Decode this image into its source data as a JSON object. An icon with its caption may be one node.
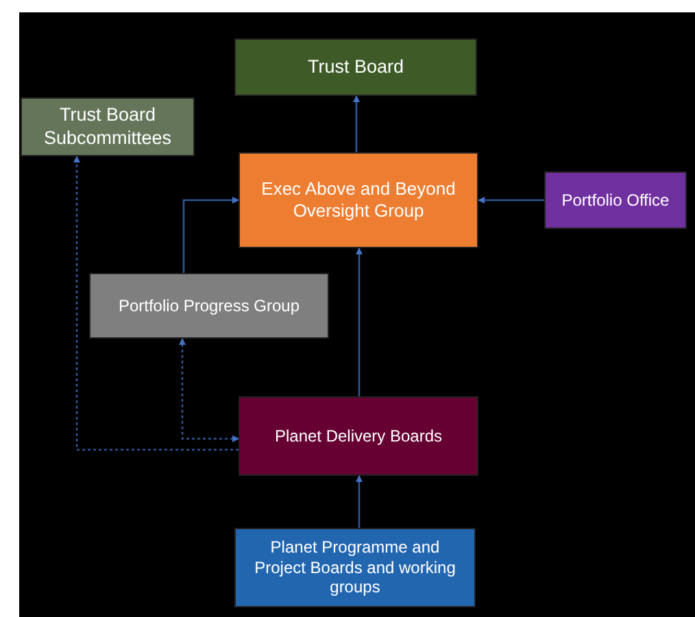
{
  "diagram": {
    "nodes": [
      {
        "text": [
          "Trust Board"
        ]
      },
      {
        "text": [
          "Trust Board Subcommittees"
        ]
      },
      {
        "text": [
          "Exec Above and Beyond Oversight Group"
        ]
      },
      {
        "text": [
          "Portfolio Office"
        ]
      },
      {
        "text": [
          "Portfolio Progress Group"
        ]
      },
      {
        "text": [
          "Planet Delivery Boards"
        ]
      },
      {
        "text": [
          "Planet Programme and Project Boards and working groups"
        ]
      }
    ],
    "edges": [
      {
        "from": 2,
        "to": 0,
        "arrow": "to"
      },
      {
        "from": 4,
        "to": 2,
        "arrow": "to"
      },
      {
        "from": 3,
        "to": 2,
        "arrow": "to"
      },
      {
        "from": 5,
        "to": 2,
        "arrow": "to"
      },
      {
        "from": 6,
        "to": 5,
        "arrow": "to"
      },
      {
        "from": 5,
        "to": 1,
        "arrow": "to",
        "style": "dashed"
      },
      {
        "from": 4,
        "to": 5,
        "arrow": "both",
        "style": "dashed"
      }
    ]
  }
}
